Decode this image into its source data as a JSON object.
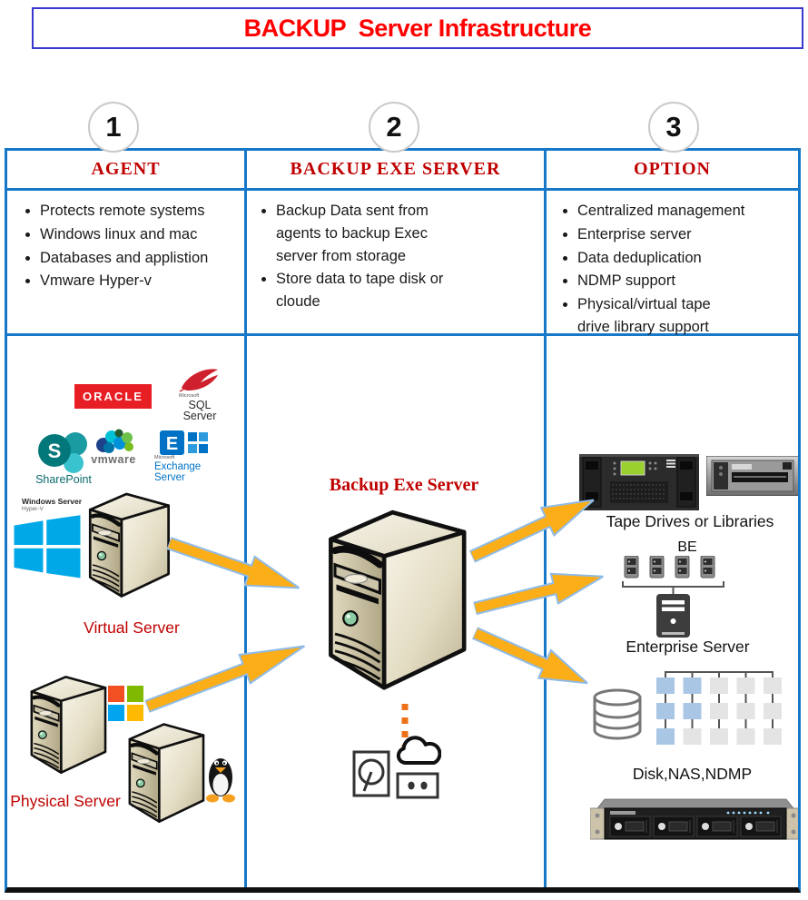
{
  "title": "BACKUP  Server Infrastructure",
  "columns": [
    {
      "number": "1",
      "header": "AGENT",
      "bullets": [
        "Protects remote systems",
        "Windows linux and mac",
        "Databases and applistion",
        "Vmware Hyper-v"
      ]
    },
    {
      "number": "2",
      "header": "BACKUP EXE SERVER",
      "bullets": [
        "Backup Data sent from agents to backup Exec server from storage",
        "Store data to tape disk or cloude"
      ]
    },
    {
      "number": "3",
      "header": "OPTION",
      "bullets": [
        "Centralized management",
        "Enterprise server",
        "Data deduplication",
        "NDMP support",
        "Physical/virtual tape drive library support"
      ]
    }
  ],
  "agent_pane": {
    "oracle_label": "ORACLE",
    "sql_server_brand": "Microsoft",
    "sql_server_label": "SQL Server",
    "sharepoint_label": "SharePoint",
    "vmware_label": "vmware",
    "exchange_brand": "Microsoft",
    "exchange_label": "Exchange Server",
    "winserver_label": "Windows Server",
    "hyperv_label": "Hyper-V",
    "virtual_label": "Virtual Server",
    "physical_label": "Physical Server"
  },
  "backup_pane": {
    "server_label": "Backup Exe Server"
  },
  "option_pane": {
    "tape_label": "Tape Drives or Libraries",
    "be_label": "BE",
    "enterprise_label": "Enterprise Server",
    "disk_label": "Disk,NAS,NDMP"
  },
  "icons": {
    "tower-server-icon": "beige 3D tower server clip-art",
    "windows-flag-icon": "blue Windows 8 flag",
    "microsoft-squares-icon": "red/green/blue/yellow 2x2 squares",
    "tux-penguin-icon": "Linux Tux penguin",
    "cloud-icon": "outlined cloud",
    "hdd-icon": "outlined hard disk platter",
    "tape-cartridge-icon": "outlined cartridge with two hubs",
    "database-cylinder-icon": "outlined DB cylinder",
    "dedup-blocks-icon": "grid of linked blue/gray blocks",
    "tape-library-image": "black rack tape library with green LCD",
    "tape-drive-image": "external tape drive",
    "nas-rack-image": "1U 4-bay NAS rack",
    "be-cluster-icon": "four agents bracketed to one server tower"
  },
  "colors": {
    "grid_blue": "#1878C8",
    "title_border_blue": "#3939CE",
    "title_red": "#FF0000",
    "header_red": "#C00000",
    "arrow_orange": "#FBAE17",
    "arrow_stroke_blue": "#8FBBE8",
    "windows_blue": "#00A8E8",
    "oracle_red": "#E81E25",
    "exchange_blue": "#0072C6",
    "sharepoint_teal": "#03787B",
    "dotted_connector_orange": "#ED7117"
  }
}
